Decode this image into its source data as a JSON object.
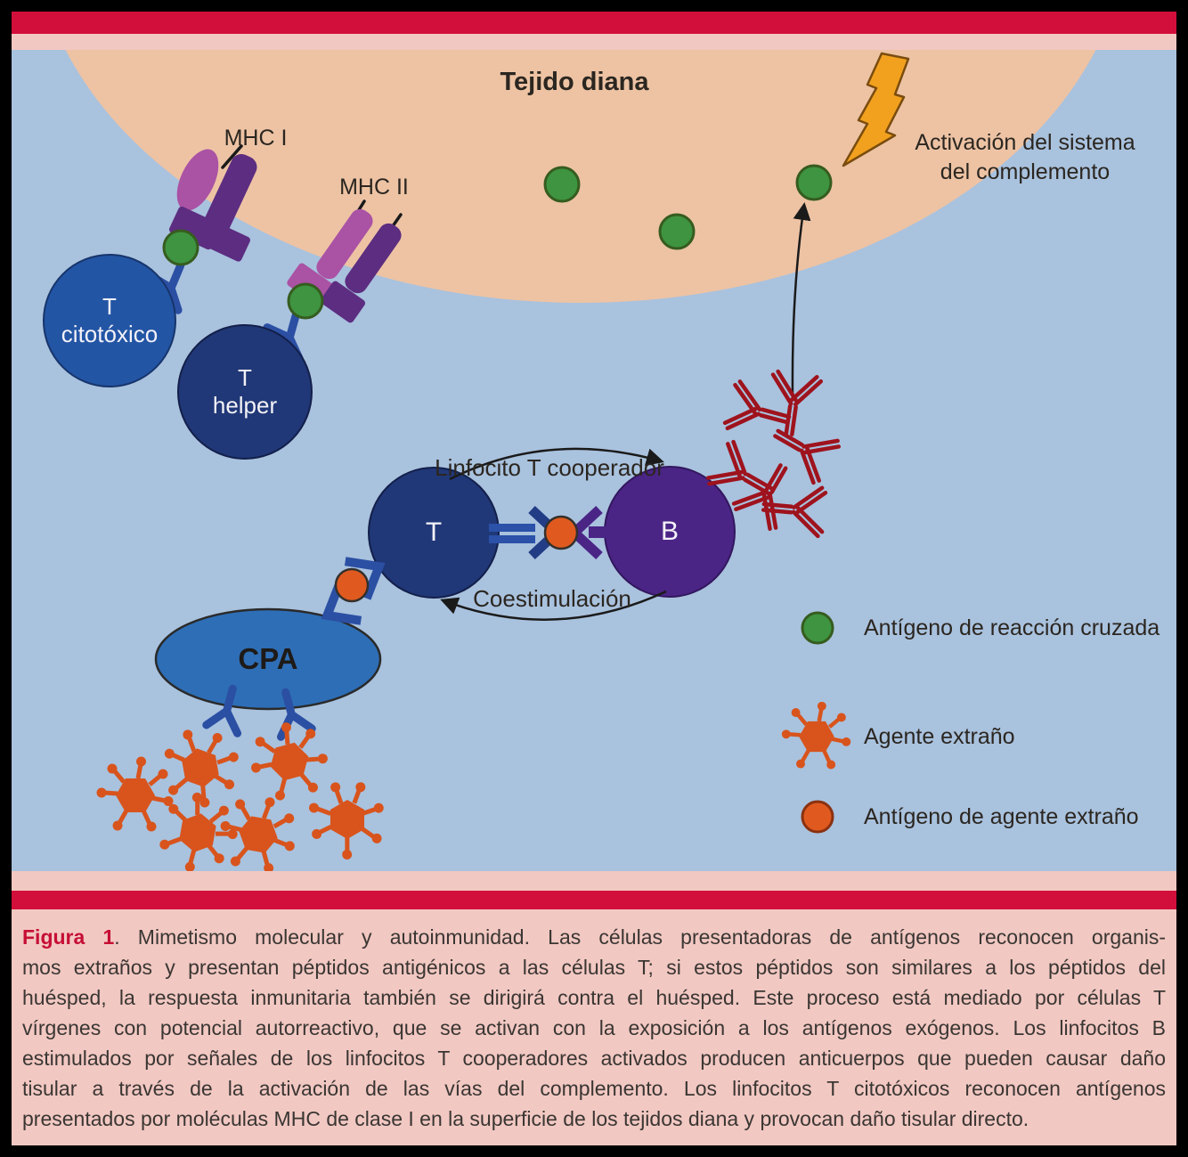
{
  "figure": {
    "diagram": {
      "tissue_label": "Tejido diana",
      "mhc1_label": "MHC I",
      "mhc2_label": "MHC II",
      "complement_line1": "Activación del sistema",
      "complement_line2": "del complemento",
      "t_cytotoxic_line1": "T",
      "t_cytotoxic_line2": "citotóxico",
      "t_helper_line1": "T",
      "t_helper_line2": "helper",
      "t_cell_label": "T",
      "b_cell_label": "B",
      "cpa_label": "CPA",
      "arc_top_label": "Linfocito T cooperador",
      "arc_bottom_label": "Coestimulación"
    },
    "legend": [
      {
        "icon": "green-circle",
        "label": "Antígeno de reacción cruzada"
      },
      {
        "icon": "orange-virus",
        "label": "Agente extraño"
      },
      {
        "icon": "orange-circle",
        "label": "Antígeno de agente extraño"
      }
    ],
    "caption": {
      "title": "Figura 1",
      "line1_rest": ". Mimetismo molecular y autoinmunidad. Las células presentadoras de antígenos reconocen organis-",
      "lines": [
        "mos extraños y presentan péptidos antigénicos a las células T; si estos péptidos son similares a los péptidos del",
        "huésped, la respuesta inmunitaria también se dirigirá contra el huésped. Este proceso está mediado por células T",
        "vírgenes con potencial autorreactivo, que se activan con la exposición a los antígenos exógenos. Los linfocitos B",
        "estimulados por señales de los linfocitos T cooperadores activados producen anticuerpos que pueden causar daño",
        "tisular a través de la activación de las vías del complemento. Los linfocitos T citotóxicos reconocen antígenos",
        "presentados por moléculas MHC de clase I en la superficie de los tejidos diana y provocan daño tisular directo."
      ]
    },
    "colors": {
      "frame_black": "#000000",
      "bar_red": "#d20f3a",
      "strip_pink": "#f2c8c2",
      "background_blue": "#a9c2de",
      "tissue_peach": "#edc3a4",
      "t_cytotoxic_blue": "#2355a5",
      "t_navy": "#203877",
      "b_purple": "#4a2586",
      "cpa_blue": "#2e6eb6",
      "antigen_green": "#3e9440",
      "antigen_orange": "#e05a1f",
      "antibody_red": "#9e131d",
      "lightning_orange": "#f2a11e",
      "mhc_dark_purple": "#5c2d80",
      "mhc_magenta": "#aa52a4",
      "receptor_blue": "#2b4fa3",
      "caption_red": "#c60f35"
    }
  }
}
